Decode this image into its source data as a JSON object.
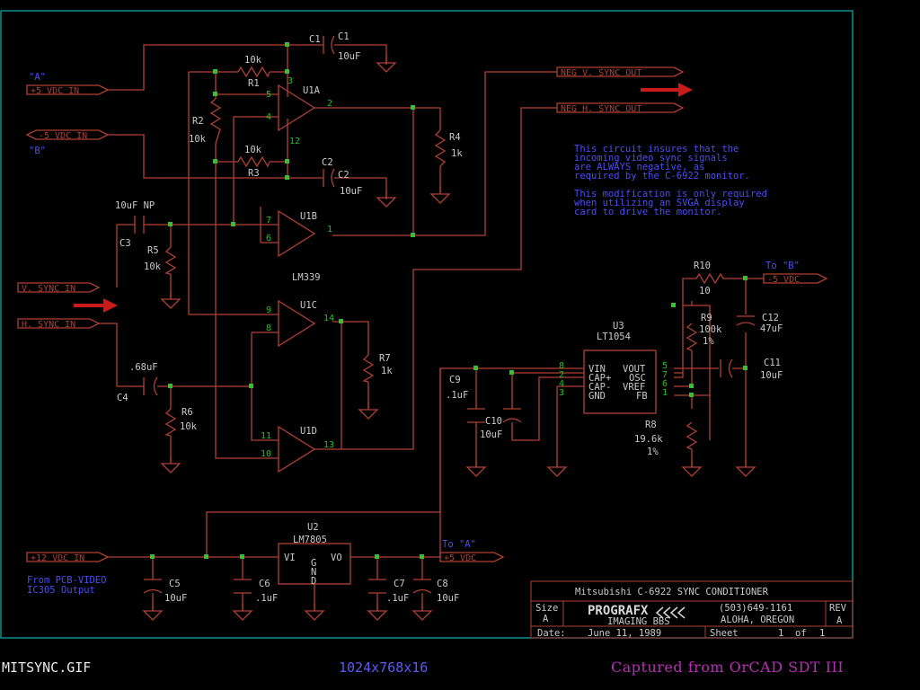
{
  "ports": {
    "a_label": "\"A\"",
    "plus5_in": "+5 VDC IN",
    "minus5_in": "-5 VDC IN",
    "b_label": "\"B\"",
    "neg_v_out": "NEG V. SYNC OUT",
    "neg_h_out": "NEG H. SYNC OUT",
    "v_sync_in": "V. SYNC IN",
    "h_sync_in": "H. SYNC IN",
    "plus12_in": "+12 VDC IN",
    "to_b": "To \"B\"",
    "minus5_vdc": "-5 VDC",
    "to_a": "To \"A\"",
    "plus5_vdc": "+5 VDC",
    "from_pcb_1": "From PCB-VIDEO",
    "from_pcb_2": "IC305 Output"
  },
  "components": {
    "c1": "C1",
    "c1_val": "10uF",
    "r1": "R1",
    "r1_val": "10k",
    "r2": "R2",
    "r2_val": "10k",
    "r3": "R3",
    "r3_val": "10k",
    "c2": "C2",
    "c2_val": "10uF",
    "r4": "R4",
    "r4_val": "1k",
    "u1a": "U1A",
    "u1b": "U1B",
    "u1c": "U1C",
    "u1d": "U1D",
    "lm339": "LM339",
    "c3": "C3",
    "c3_val": "10uF NP",
    "r5": "R5",
    "r5_val": "10k",
    "r7": "R7",
    "r7_val": "1k",
    "c4": "C4",
    "c4_val": ".68uF",
    "r6": "R6",
    "r6_val": "10k",
    "u3": "U3",
    "lt1054": "LT1054",
    "r10": "R10",
    "r10_val": "10",
    "r9": "R9",
    "r9_val": "100k",
    "r9_tol": "1%",
    "c12": "C12",
    "c12_val": "47uF",
    "c11": "C11",
    "c11_val": "10uF",
    "c9": "C9",
    "c9_val": ".1uF",
    "c10": "C10",
    "c10_val": "10uF",
    "r8": "R8",
    "r8_val": "19.6k",
    "r8_tol": "1%",
    "u2": "U2",
    "lm7805": "LM7805",
    "c5": "C5",
    "c5_val": "10uF",
    "c6": "C6",
    "c6_val": ".1uF",
    "c7": "C7",
    "c7_val": ".1uF",
    "c8": "C8",
    "c8_val": "10uF"
  },
  "pins": {
    "u1a_3": "3",
    "u1a_5": "5",
    "u1a_4": "4",
    "u1a_2": "2",
    "u1a_12": "12",
    "u1b_7": "7",
    "u1b_6": "6",
    "u1b_1": "1",
    "u1c_9": "9",
    "u1c_8": "8",
    "u1c_14": "14",
    "u1d_11": "11",
    "u1d_10": "10",
    "u1d_13": "13",
    "u3_8": "8",
    "u3_2": "2",
    "u3_4": "4",
    "u3_3": "3",
    "u3_5": "5",
    "u3_7": "7",
    "u3_6": "6",
    "u3_1": "1",
    "u3_vin": "VIN",
    "u3_capp": "CAP+",
    "u3_capm": "CAP-",
    "u3_gnd": "GND",
    "u3_vout": "VOUT",
    "u3_osc": "OSC",
    "u3_vref": "VREF",
    "u3_fb": "FB",
    "u2_vi": "VI",
    "u2_vo": "VO",
    "u2_g": "G",
    "u2_n": "N",
    "u2_d": "D"
  },
  "note": {
    "l1": "This circuit insures that the",
    "l2": "incoming video sync signals",
    "l3": "are ALWAYS negative, as",
    "l4": "required by the C-6922 monitor.",
    "l5": "This modification is only required",
    "l6": "when utilizing an SVGA display",
    "l7": "card to drive the monitor."
  },
  "title_block": {
    "title": "Mitsubishi C-6922 SYNC CONDITIONER",
    "size_label": "Size",
    "size_value": "A",
    "brand": "PROGRAFX",
    "brand_sub": "IMAGING BBS",
    "phone": "(503)649-1161",
    "city": "ALOHA, OREGON",
    "rev_label": "REV",
    "rev_value": "A",
    "date_label": "Date:",
    "date_value": "June 11, 1989",
    "sheet_label": "Sheet",
    "sheet_value": "1",
    "of_label": "of",
    "of_value": "1"
  },
  "footer": {
    "filename": "MITSYNC.GIF",
    "resolution": "1024x768x16",
    "captured": "Captured from OrCAD SDT III"
  },
  "colors": {
    "wire": "#b04034",
    "frame": "#0aa7a7",
    "pin_number": "#21c321",
    "note_text": "#4a4ef2",
    "arrow": "#c81b1b",
    "footer_magenta": "#b72fb7"
  }
}
